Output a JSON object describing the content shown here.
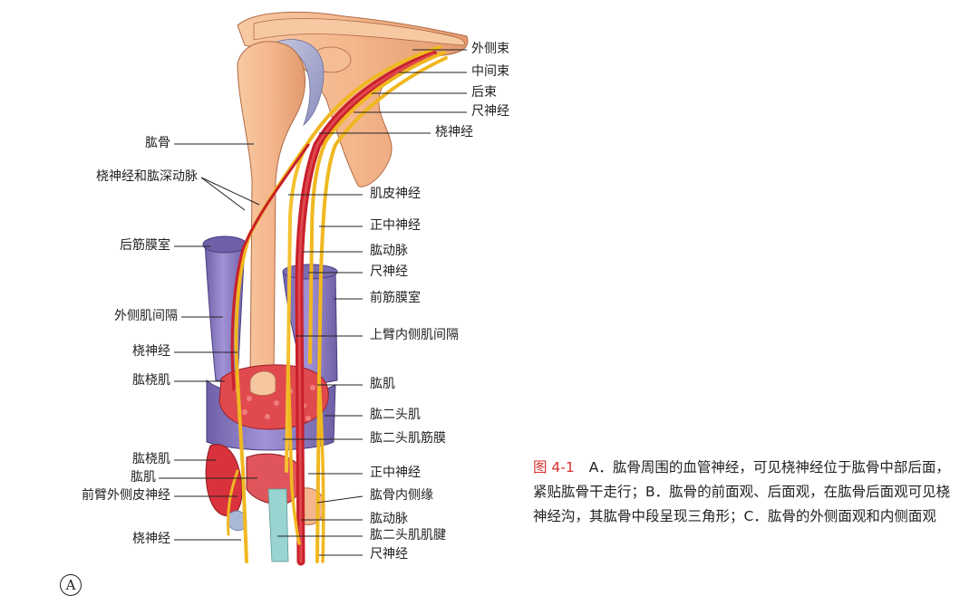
{
  "labels_right": [
    {
      "id": "lateral-cord",
      "text": "外侧束"
    },
    {
      "id": "medial-cord",
      "text": "中间束"
    },
    {
      "id": "posterior-cord",
      "text": "后束"
    },
    {
      "id": "ulnar-nerve-top",
      "text": "尺神经"
    },
    {
      "id": "radial-nerve-top",
      "text": "桡神经"
    },
    {
      "id": "musculocutaneous-nerve",
      "text": "肌皮神经"
    },
    {
      "id": "median-nerve-upper",
      "text": "正中神经"
    },
    {
      "id": "brachial-artery-upper",
      "text": "肱动脉"
    },
    {
      "id": "ulnar-nerve-mid",
      "text": "尺神经"
    },
    {
      "id": "anterior-compartment",
      "text": "前筋膜室"
    },
    {
      "id": "medial-intermuscular-septum",
      "text": "上臂内侧肌间隔"
    },
    {
      "id": "brachialis-right",
      "text": "肱肌"
    },
    {
      "id": "biceps-brachii",
      "text": "肱二头肌"
    },
    {
      "id": "bicipital-aponeurosis",
      "text": "肱二头肌筋膜"
    },
    {
      "id": "median-nerve-lower",
      "text": "正中神经"
    },
    {
      "id": "medial-epicondyle",
      "text": "肱骨内侧缘"
    },
    {
      "id": "brachial-artery-lower",
      "text": "肱动脉"
    },
    {
      "id": "biceps-tendon",
      "text": "肱二头肌肌腱"
    },
    {
      "id": "ulnar-nerve-bottom",
      "text": "尺神经"
    }
  ],
  "labels_left": [
    {
      "id": "humerus",
      "text": "肱骨"
    },
    {
      "id": "radial-nerve-deep-artery",
      "text": "桡神经和肱深动脉"
    },
    {
      "id": "posterior-compartment",
      "text": "后筋膜室"
    },
    {
      "id": "lateral-intermuscular-septum",
      "text": "外侧肌间隔"
    },
    {
      "id": "radial-nerve-mid",
      "text": "桡神经"
    },
    {
      "id": "brachioradialis-upper",
      "text": "肱桡肌"
    },
    {
      "id": "brachioradialis-lower",
      "text": "肱桡肌"
    },
    {
      "id": "brachialis-left",
      "text": "肱肌"
    },
    {
      "id": "lateral-antebrachial-cutaneous",
      "text": "前臂外侧皮神经"
    },
    {
      "id": "radial-nerve-bottom",
      "text": "桡神经"
    }
  ],
  "panel_letter": "A",
  "caption": {
    "figure_number": "图 4-1",
    "text": "A．肱骨周围的血管神经，可见桡神经位于肱骨中部后面，紧贴肱骨干走行；B．肱骨的前面观、后面观，在肱骨后面观可见桡神经沟，其肱骨中段呈现三角形；C．肱骨的外侧面观和内侧面观"
  },
  "colors": {
    "bone": "#f2b48a",
    "artery": "#c8202a",
    "nerve": "#f0b820",
    "fascia": "#8a78c0",
    "muscle": "#d8323c",
    "caption_accent": "#d6312e"
  }
}
